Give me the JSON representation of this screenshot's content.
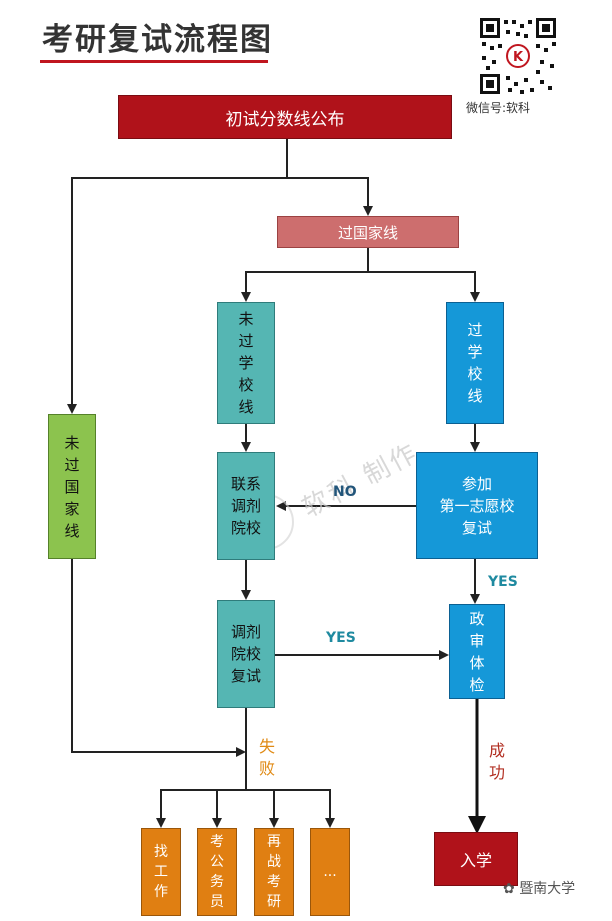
{
  "title": "考研复试流程图",
  "qr": {
    "wechat_label": "微信号:软科"
  },
  "nodes": {
    "top": "初试分数线公布",
    "national": "过国家线",
    "not_school": [
      "未",
      "过",
      "学",
      "校",
      "线"
    ],
    "pass_school": [
      "过",
      "学",
      "校",
      "线"
    ],
    "not_national": [
      "未",
      "过",
      "国",
      "家",
      "线"
    ],
    "contact": [
      "联系",
      "调剂",
      "院校"
    ],
    "first_choice": [
      "参加",
      "第一志愿校",
      "复试"
    ],
    "adj_retest": [
      "调剂",
      "院校",
      "复试"
    ],
    "check": [
      "政",
      "审",
      "体",
      "检"
    ],
    "enroll": "入学"
  },
  "outcomes": [
    [
      "找",
      "工",
      "作"
    ],
    [
      "考",
      "公",
      "务",
      "员"
    ],
    [
      "再",
      "战",
      "考",
      "研"
    ],
    [
      "..."
    ]
  ],
  "edge_labels": {
    "no": "NO",
    "yes1": "YES",
    "yes2": "YES",
    "fail": [
      "失",
      "败"
    ],
    "success": [
      "成",
      "功"
    ]
  },
  "watermark": "软科 制作",
  "footer": "暨南大学",
  "colors": {
    "dark_red": "#b0121a",
    "pink": "#cd6e6e",
    "teal": "#55b6b3",
    "blue": "#1598d8",
    "green": "#8cc34e",
    "orange": "#e07f12"
  }
}
